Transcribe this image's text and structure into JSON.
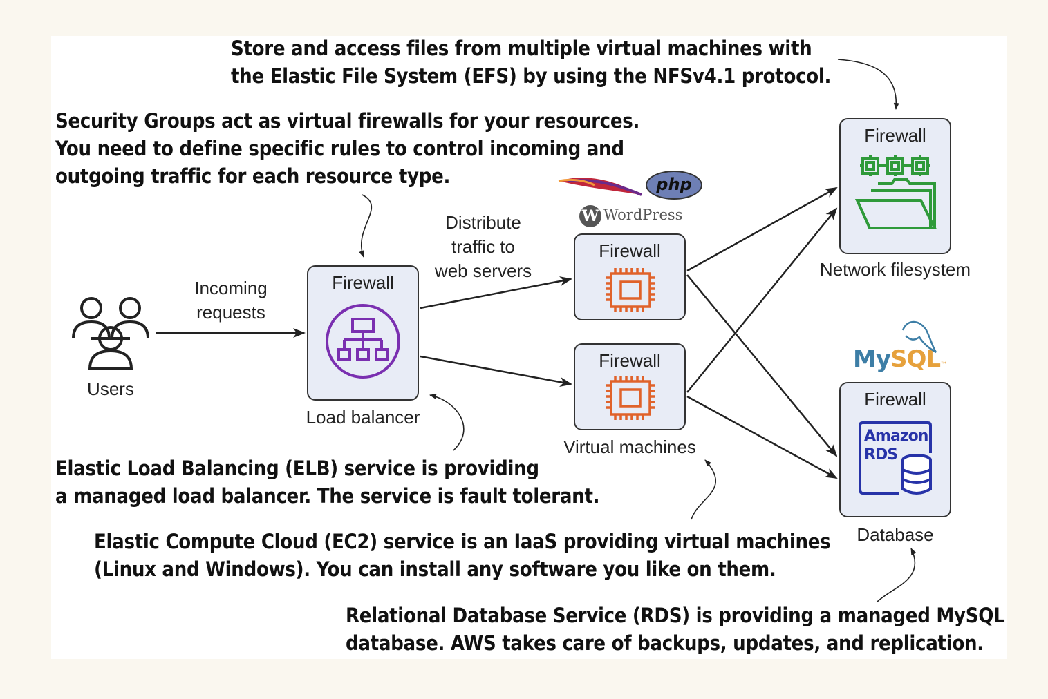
{
  "annotations": {
    "efs": [
      "Store and access files from multiple virtual machines with",
      "the Elastic File System (EFS) by using the NFSv4.1 protocol."
    ],
    "security_groups": [
      "Security Groups act as virtual firewalls for your resources.",
      "You need to define specific rules to control incoming and",
      "outgoing traffic for each resource type."
    ],
    "elb": [
      "Elastic Load Balancing (ELB) service is providing",
      "a managed load balancer. The service is fault tolerant."
    ],
    "ec2": [
      "Elastic Compute Cloud (EC2) service is an IaaS providing virtual machines",
      "(Linux and Windows). You can install any software you like on them."
    ],
    "rds": [
      "Relational Database Service (RDS) is providing a managed MySQL",
      "database. AWS takes care of backups, updates, and replication."
    ]
  },
  "labels": {
    "users": "Users",
    "incoming_1": "Incoming",
    "incoming_2": "requests",
    "distribute_1": "Distribute",
    "distribute_2": "traffic to",
    "distribute_3": "web servers",
    "load_balancer": "Load balancer",
    "virtual_machines": "Virtual machines",
    "network_filesystem": "Network filesystem",
    "database": "Database",
    "firewall": "Firewall"
  },
  "logos": {
    "php": "php",
    "wordpress_mark": "W",
    "wordpress_text": "WordPress",
    "mysql_my": "My",
    "mysql_sql": "SQL",
    "mysql_tm": "™",
    "rds_1": "Amazon",
    "rds_2": "RDS"
  },
  "colors": {
    "box_fill": "#e8ecf6",
    "elb_purple": "#7a2fb0",
    "ec2_orange": "#e0622a",
    "efs_green": "#2f9a3a",
    "rds_blue": "#2733a8"
  }
}
